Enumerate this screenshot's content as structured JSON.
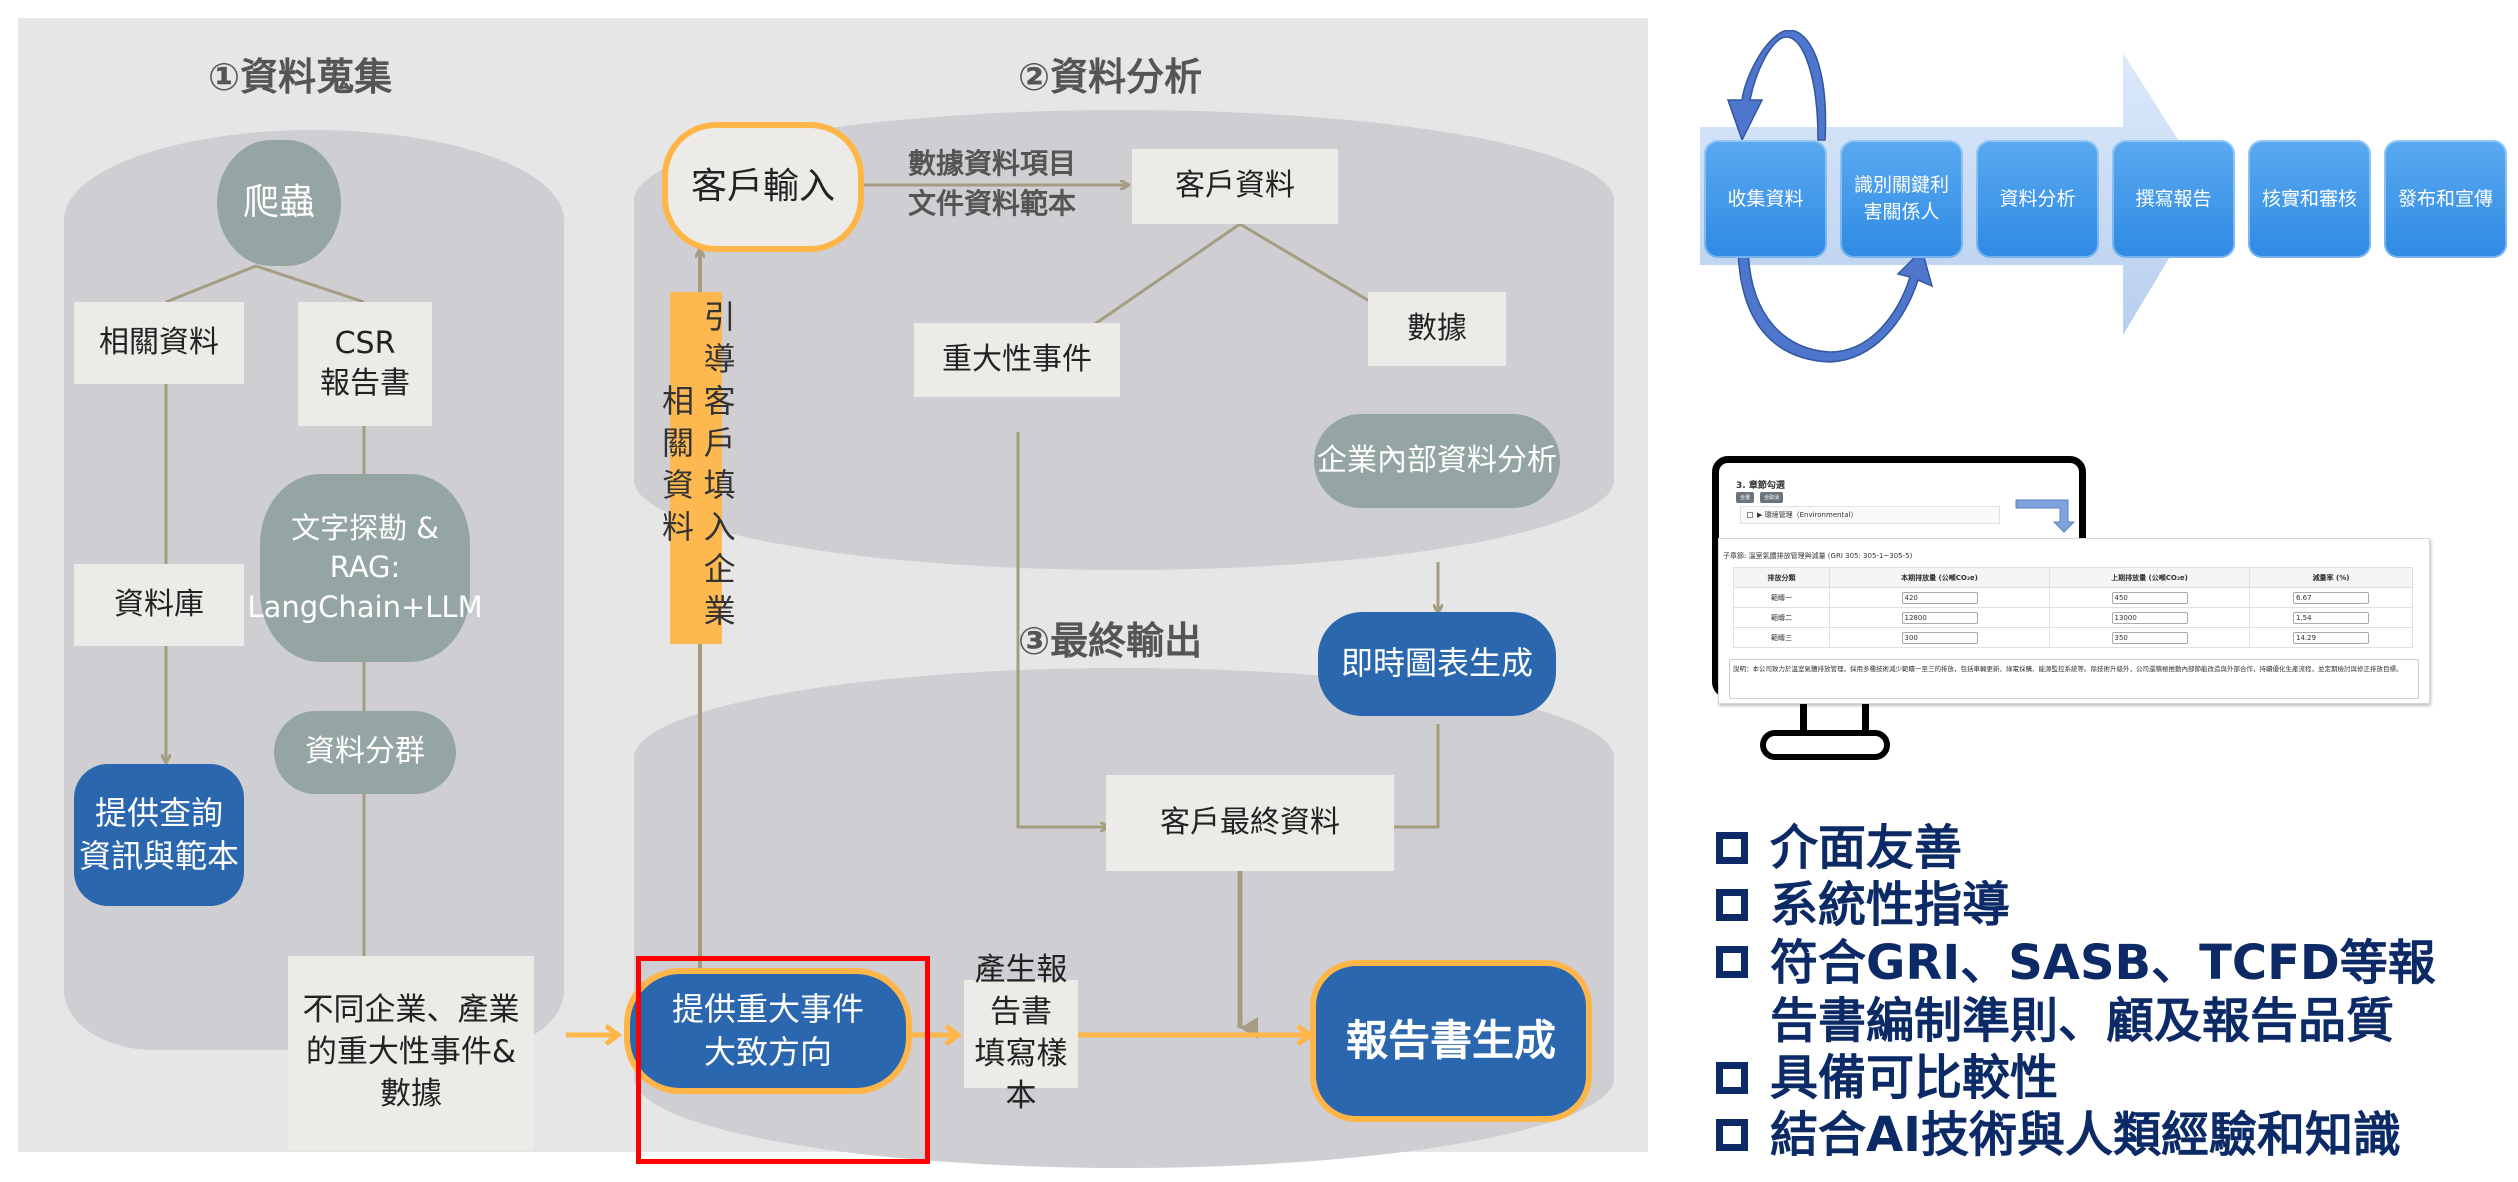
{
  "flow": {
    "sections": {
      "collection": "①資料蒐集",
      "analysis": "②資料分析",
      "output": "③最終輸出"
    },
    "nodes": {
      "crawler": "爬蟲",
      "related_data": "相關資料",
      "csr_report": "CSR\n報告書",
      "text_mining": "文字探勘 &\nRAG:\nLangChain+LLM",
      "database": "資料庫",
      "provide_query": "提供查詢\n資訊與範本",
      "data_clustering": "資料分群",
      "industry_events": "不同企業、產業\n的重大性事件&\n數據",
      "client_input": "客戶輸入",
      "edge_label_items": "數據資料項目",
      "edge_label_templates": "文件資料範本",
      "client_data": "客戶資料",
      "material_events": "重大性事件",
      "data": "數據",
      "internal_analysis": "企業內部資料分析",
      "realtime_charts": "即時圖表生成",
      "guide_label": "引導客戶填入企業相關資料",
      "client_final_data": "客戶最終資料",
      "provide_direction": "提供重大事件\n大致方向",
      "report_sample": "產生報告書\n填寫樣本",
      "report_generation": "報告書生成"
    },
    "colors": {
      "panel_bg": "#e6e6e6",
      "cylinder": "#cfced3",
      "light_box": "#ecebe7",
      "teal_box": "#94a5a3",
      "blue_box": "#2b67ae",
      "orange": "#ffb649",
      "connector": "#a59d82",
      "highlight": "#ff0000"
    }
  },
  "process": {
    "steps": [
      {
        "label": "收集資料"
      },
      {
        "label": "識別關鍵利\n害關係人"
      },
      {
        "label": "資料分析"
      },
      {
        "label": "撰寫報告"
      },
      {
        "label": "核實和審核"
      },
      {
        "label": "發布和宣傳"
      }
    ]
  },
  "monitor": {
    "section_title": "3. 章節勾選",
    "select_all": "全選",
    "deselect_all": "全取消",
    "category": "▶ 環境管理（Environmental）",
    "subsection": "子章節: 溫室氣體排放管理與減量 (GRI 305: 305-1~305-5)",
    "columns": [
      "排放分類",
      "本期排放量 (公噸CO₂e)",
      "上期排放量 (公噸CO₂e)",
      "減量率 (%)"
    ],
    "rows": [
      {
        "category": "範疇一",
        "current": "420",
        "previous": "450",
        "reduction": "6.67"
      },
      {
        "category": "範疇二",
        "current": "12800",
        "previous": "13000",
        "reduction": "1.54"
      },
      {
        "category": "範疇三",
        "current": "300",
        "previous": "350",
        "reduction": "14.29"
      }
    ],
    "description": "說明：本公司致力於溫室氣體排放管理，採用多種技術減少範疇一至三的排放，包括車輛更新、綠電採購、能源監控系統等。除技術升級外，公司還積極推動內部節能改造與外部合作，持續優化生產流程，並定期檢討與修正排放目標。"
  },
  "features": [
    "介面友善",
    "系統性指導",
    "符合GRI、SASB、TCFD等報\n告書編制準則、顧及報告品質",
    "具備可比較性",
    "結合AI技術與人類經驗和知識"
  ]
}
